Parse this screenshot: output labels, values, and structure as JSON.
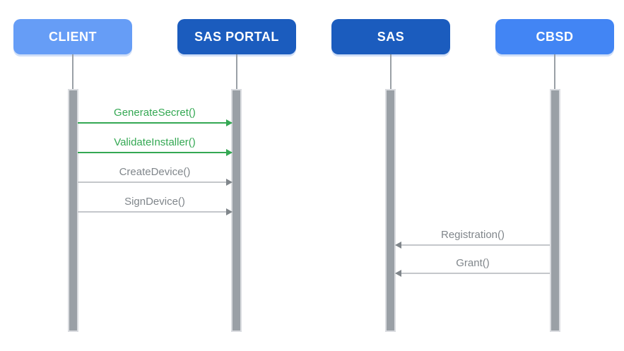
{
  "diagram": {
    "type": "sequence-diagram",
    "actors": [
      {
        "id": "client",
        "label": "CLIENT",
        "color": "#669DF6"
      },
      {
        "id": "sas-portal",
        "label": "SAS PORTAL",
        "color": "#1B5CBE"
      },
      {
        "id": "sas",
        "label": "SAS",
        "color": "#1B5CBE"
      },
      {
        "id": "cbsd",
        "label": "CBSD",
        "color": "#4285F4"
      }
    ],
    "messages": [
      {
        "label": "GenerateSecret()",
        "from": "CLIENT",
        "to": "SAS PORTAL",
        "style": "green",
        "direction": "right"
      },
      {
        "label": "ValidateInstaller()",
        "from": "CLIENT",
        "to": "SAS PORTAL",
        "style": "green",
        "direction": "right"
      },
      {
        "label": "CreateDevice()",
        "from": "CLIENT",
        "to": "SAS PORTAL",
        "style": "gray",
        "direction": "right"
      },
      {
        "label": "SignDevice()",
        "from": "CLIENT",
        "to": "SAS PORTAL",
        "style": "gray",
        "direction": "right"
      },
      {
        "label": "Registration()",
        "from": "CBSD",
        "to": "SAS",
        "style": "gray",
        "direction": "left"
      },
      {
        "label": "Grant()",
        "from": "CBSD",
        "to": "SAS",
        "style": "gray",
        "direction": "left"
      }
    ],
    "colors": {
      "green": "#34A853",
      "gray_text": "#80868B",
      "gray_line": "#C4C7CB",
      "gray_head": "#80868B",
      "lifeline": "#9AA0A6",
      "activation_fill": "#9AA0A6",
      "activation_border": "#DADCE0"
    }
  }
}
